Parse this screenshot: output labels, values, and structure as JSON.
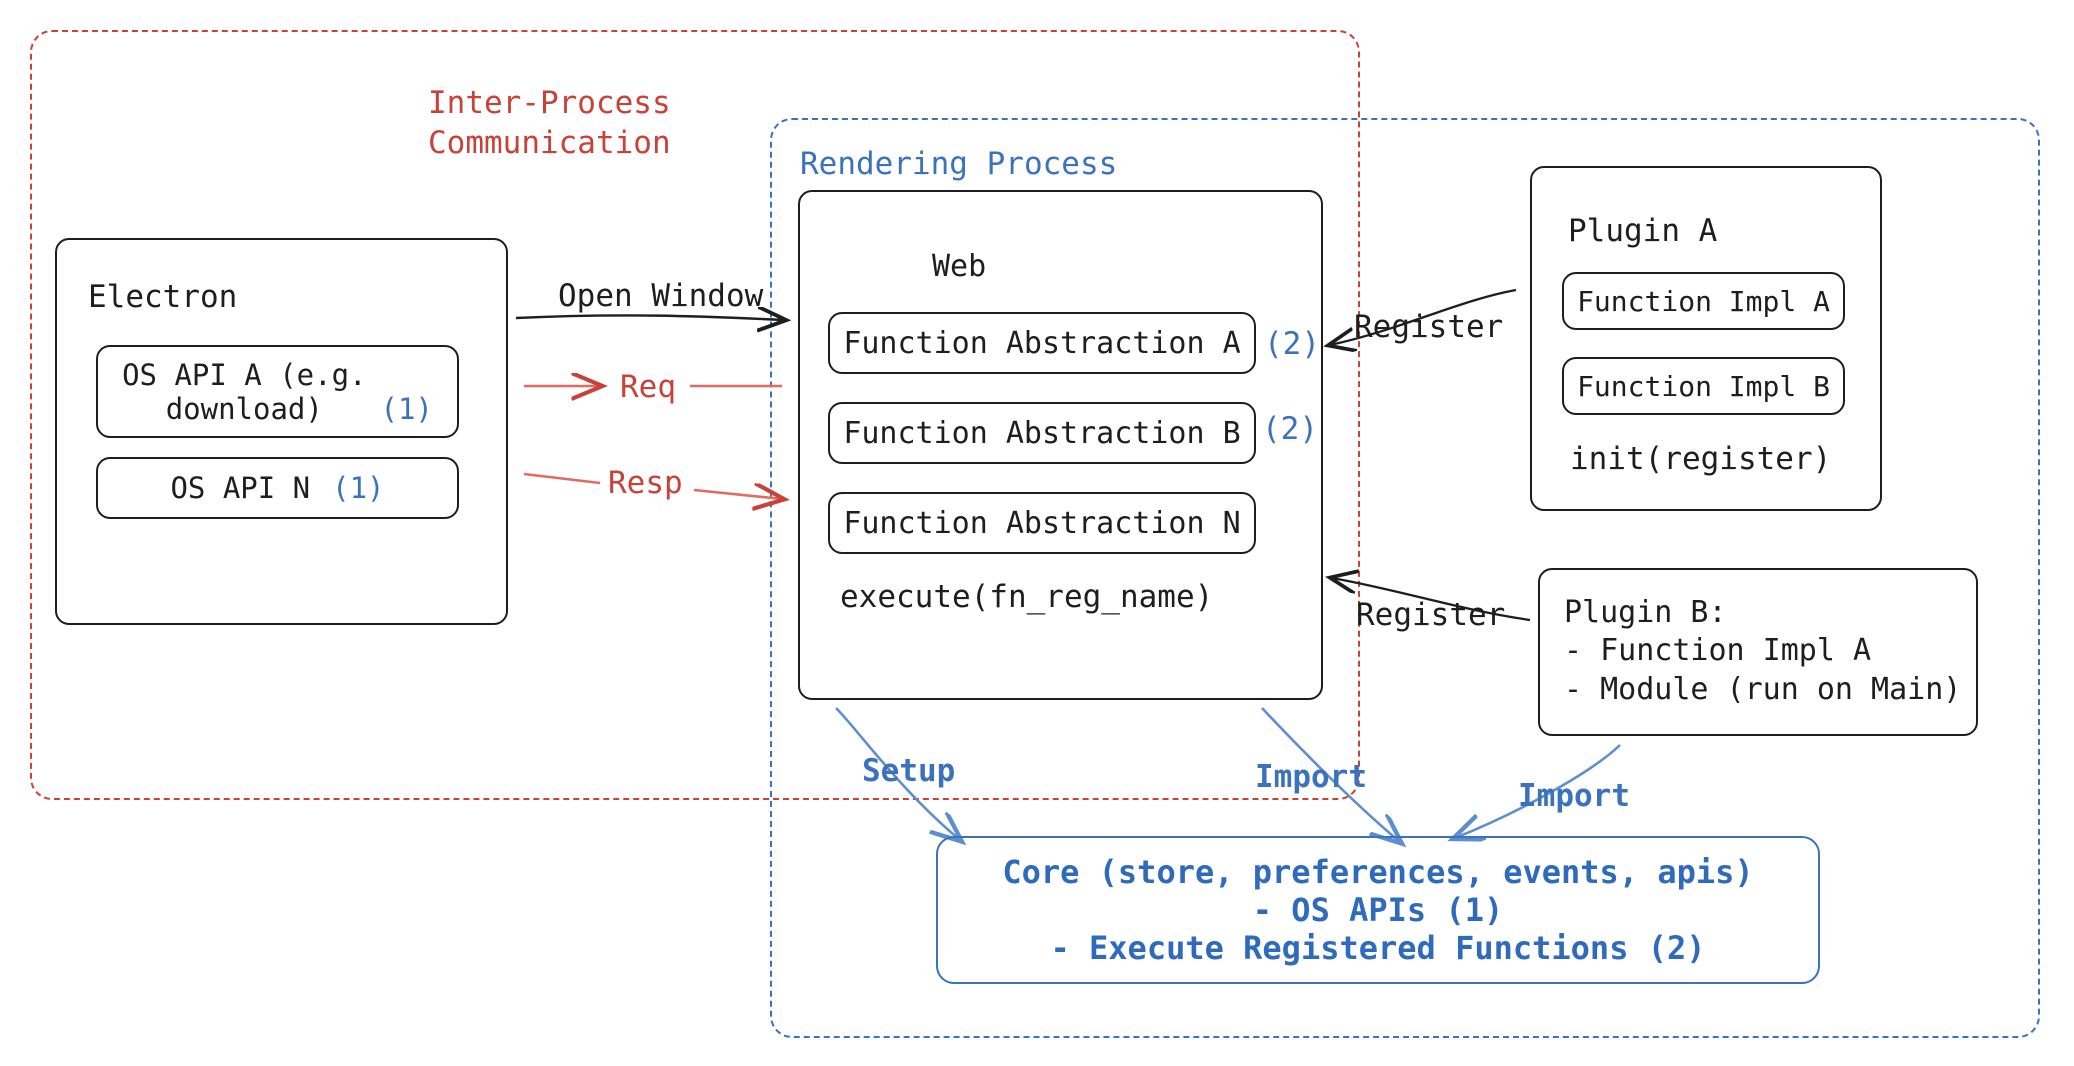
{
  "diagram": {
    "title": "Electron Plugin Architecture",
    "colors": {
      "ink": "#1e1e1e",
      "red": "#c9423a",
      "blue": "#3b72bd",
      "blue_strong": "#2f6bbd",
      "background": "#ffffff"
    }
  },
  "regions": {
    "ipc": {
      "label": "Inter-Process\nCommunication",
      "stroke": "#c9423a",
      "style": "dashed"
    },
    "rendering": {
      "label": "Rendering Process",
      "stroke": "#3b72bd",
      "style": "dashed"
    }
  },
  "electron": {
    "title": "Electron",
    "items": [
      {
        "label": "OS API A (e.g.\ndownload)",
        "tag": "(1)"
      },
      {
        "label": "OS API N",
        "tag": "(1)"
      }
    ]
  },
  "web": {
    "title": "Web",
    "abstractions": [
      {
        "label": "Function Abstraction A",
        "tag": "(2)"
      },
      {
        "label": "Function Abstraction B",
        "tag": "(2)"
      },
      {
        "label": "Function Abstraction N",
        "tag": ""
      }
    ],
    "method": "execute(fn_reg_name)"
  },
  "plugin_a": {
    "title": "Plugin A",
    "items": [
      "Function Impl A",
      "Function Impl B"
    ],
    "method": "init(register)"
  },
  "plugin_b": {
    "text": "Plugin B:\n- Function Impl A\n- Module (run on Main)"
  },
  "core": {
    "lines": [
      "Core (store, preferences, events, apis)",
      "- OS APIs (1)",
      "- Execute Registered Functions (2)"
    ]
  },
  "arrows": {
    "open_window": {
      "label": "Open Window",
      "color": "#1e1e1e"
    },
    "req": {
      "label": "Req",
      "color": "#c9423a"
    },
    "resp": {
      "label": "Resp",
      "color": "#c9423a"
    },
    "register_1": {
      "label": "Register",
      "color": "#1e1e1e"
    },
    "register_2": {
      "label": "Register",
      "color": "#1e1e1e"
    },
    "setup": {
      "label": "Setup",
      "color": "#3b72bd"
    },
    "import_1": {
      "label": "Import",
      "color": "#3b72bd"
    },
    "import_2": {
      "label": "Import",
      "color": "#3b72bd"
    }
  }
}
